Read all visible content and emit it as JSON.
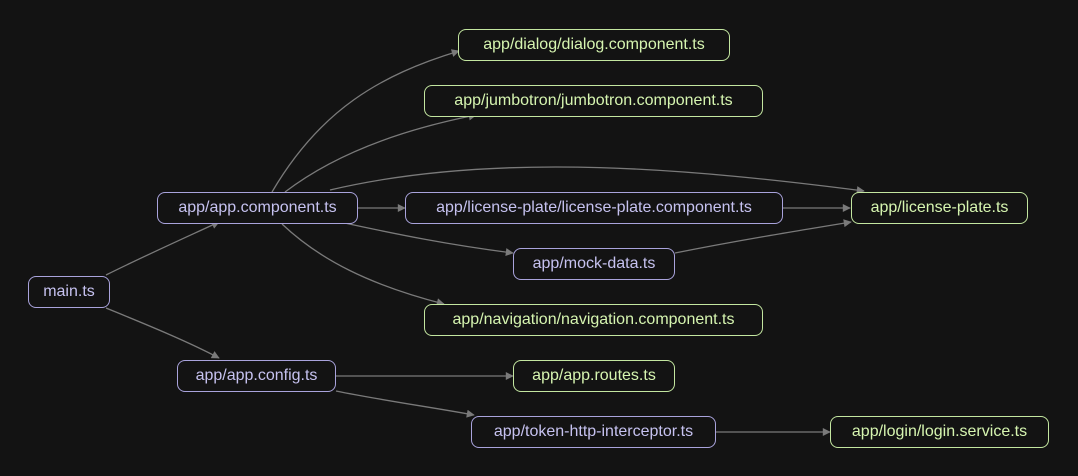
{
  "colors": {
    "background": "#131313",
    "edge": "#7a7a7a",
    "internal_node_border": "#a9a3dc",
    "internal_node_text": "#c6c2f0",
    "leaf_node_border": "#c3e6a0",
    "leaf_node_text": "#d6f5b0"
  },
  "nodes": {
    "main": "main.ts",
    "app_component": "app/app.component.ts",
    "app_config": "app/app.config.ts",
    "dialog": "app/dialog/dialog.component.ts",
    "jumbotron": "app/jumbotron/jumbotron.component.ts",
    "license_plate_component": "app/license-plate/license-plate.component.ts",
    "license_plate": "app/license-plate.ts",
    "mock_data": "app/mock-data.ts",
    "navigation": "app/navigation/navigation.component.ts",
    "app_routes": "app/app.routes.ts",
    "token_interceptor": "app/token-http-interceptor.ts",
    "login_service": "app/login/login.service.ts"
  },
  "edges": [
    {
      "from": "main",
      "to": "app_component"
    },
    {
      "from": "main",
      "to": "app_config"
    },
    {
      "from": "app_component",
      "to": "dialog"
    },
    {
      "from": "app_component",
      "to": "jumbotron"
    },
    {
      "from": "app_component",
      "to": "license_plate"
    },
    {
      "from": "app_component",
      "to": "license_plate_component"
    },
    {
      "from": "app_component",
      "to": "mock_data"
    },
    {
      "from": "app_component",
      "to": "navigation"
    },
    {
      "from": "license_plate_component",
      "to": "license_plate"
    },
    {
      "from": "mock_data",
      "to": "license_plate"
    },
    {
      "from": "app_config",
      "to": "app_routes"
    },
    {
      "from": "app_config",
      "to": "token_interceptor"
    },
    {
      "from": "token_interceptor",
      "to": "login_service"
    }
  ]
}
